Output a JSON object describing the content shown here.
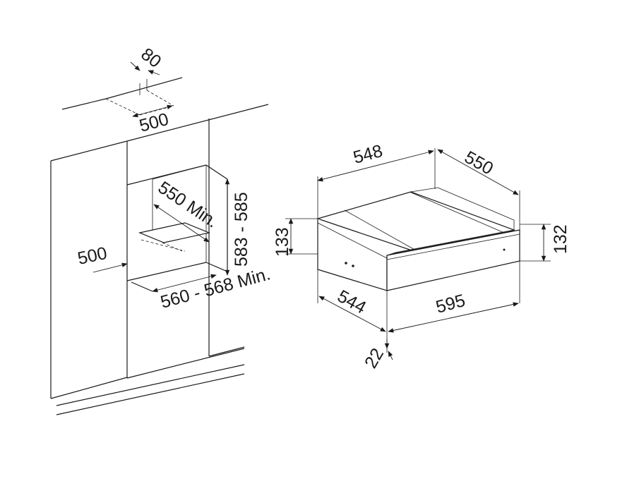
{
  "niche": {
    "depth_top": "80",
    "width_top": "500",
    "inner_depth": "550 Min.",
    "height_range": "583 - 585",
    "left_width": "500",
    "bottom_width": "560 - 568 Min."
  },
  "appliance": {
    "top_width": "548",
    "depth": "550",
    "body_height": "133",
    "front_height": "132",
    "body_depth": "544",
    "front_width": "595",
    "front_offset": "22"
  }
}
